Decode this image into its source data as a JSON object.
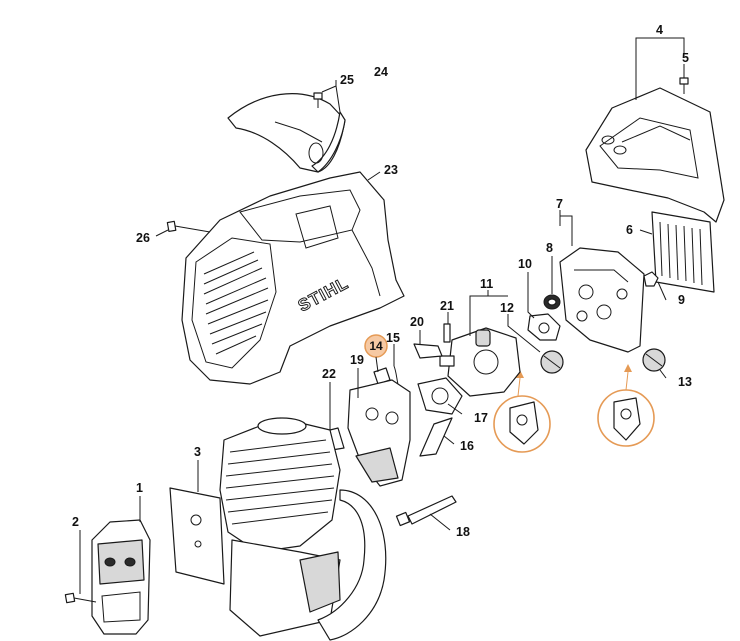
{
  "colors": {
    "highlight_fill": "#f6c9a3",
    "highlight_stroke": "#e59a55",
    "line": "#1a1a1a",
    "background": "#ffffff"
  },
  "brand_logo": "STIHL",
  "highlighted_part": "14",
  "callouts": {
    "c1": "1",
    "c2": "2",
    "c3": "3",
    "c4": "4",
    "c5": "5",
    "c6": "6",
    "c7": "7",
    "c8": "8",
    "c9": "9",
    "c10": "10",
    "c11": "11",
    "c12": "12",
    "c13": "13",
    "c14": "14",
    "c15": "15",
    "c16": "16",
    "c17": "17",
    "c18": "18",
    "c19": "19",
    "c20": "20",
    "c21": "21",
    "c22": "22",
    "c23": "23",
    "c24": "24",
    "c25": "25",
    "c26": "26"
  }
}
